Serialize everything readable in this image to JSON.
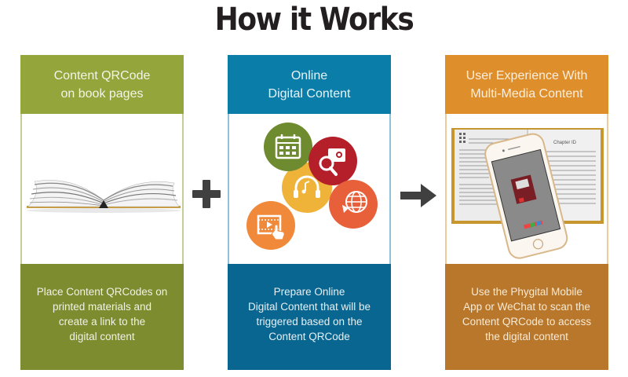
{
  "title": "How it Works",
  "colors": {
    "step1_header": "#93a53b",
    "step1_footer": "#7d8c2f",
    "step2_header": "#0a7ea9",
    "step2_footer": "#086690",
    "step3_header": "#df8e2c",
    "step3_footer": "#b8772a",
    "operator": "#404040"
  },
  "steps": [
    {
      "header": "Content QRCode\non book pages",
      "image": "open-book",
      "description": "Place Content QRCodes on\nprinted materials and\ncreate a link to the\ndigital content"
    },
    {
      "header": "Online\nDigital Content",
      "image": "media-icons-cluster",
      "icons": [
        "calendar-icon",
        "photo-search-icon",
        "headphones-music-icon",
        "globe-icon",
        "video-play-icon"
      ],
      "description": "Prepare Online\nDigital Content that will be\ntriggered based on the\nContent QRCode"
    },
    {
      "header": "User Experience With\nMulti-Media Content",
      "image": "phone-scanning-book",
      "book_page_label": "Chapter ID",
      "description": "Use the Phygital Mobile\nApp or WeChat to scan the\nContent QRCode to access\nthe digital content"
    }
  ],
  "operators": [
    "plus",
    "arrow-right"
  ]
}
